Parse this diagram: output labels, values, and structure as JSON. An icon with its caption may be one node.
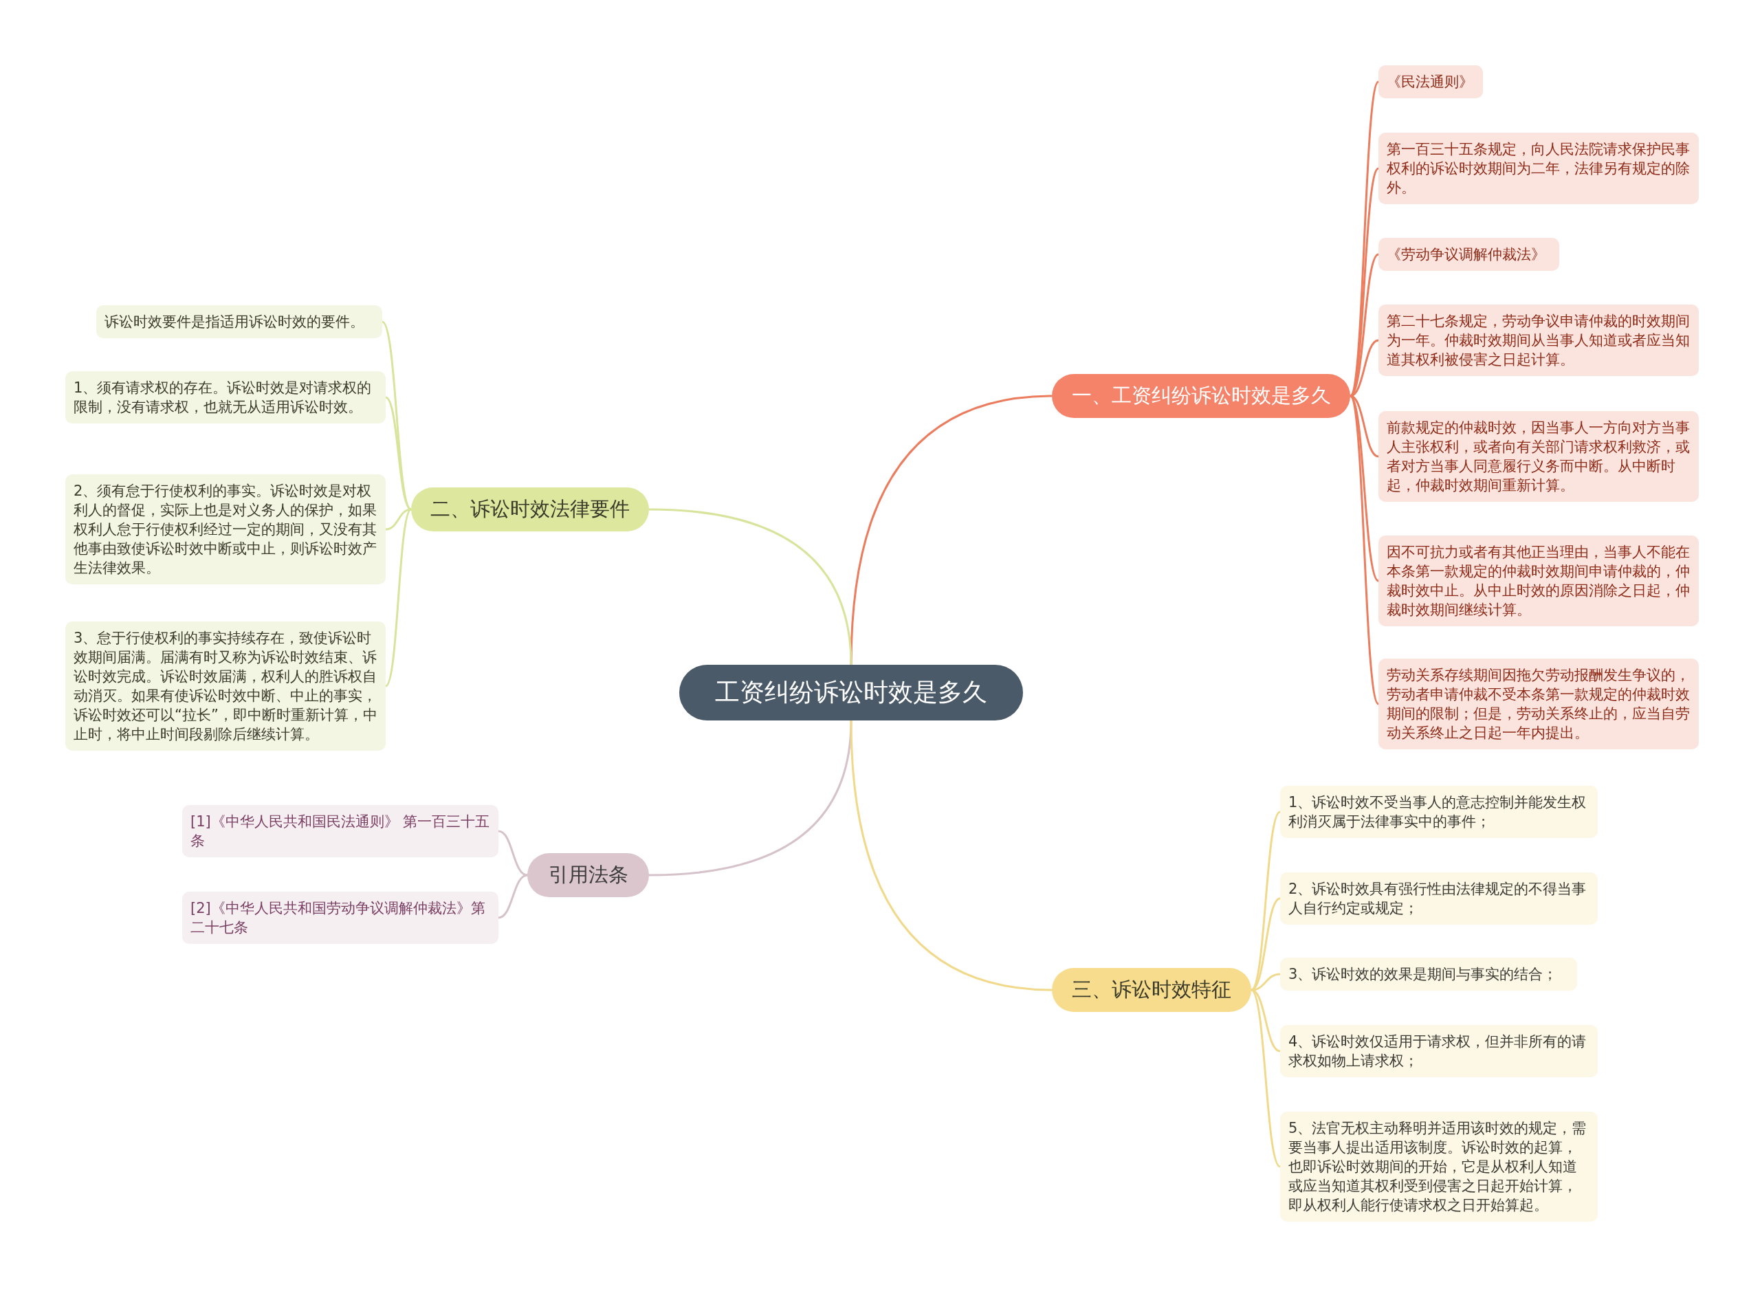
{
  "diagram": {
    "nodes": [
      {
        "text": [
          "工资纠纷诉讼时效是多久"
        ]
      },
      {
        "text": [
          "一、工资纠纷诉讼时效是多久"
        ]
      },
      {
        "text": [
          "《民法通则》"
        ]
      },
      {
        "text": [
          "第一百三十五条规定，向人民法院请求保护民事权利的诉讼时效期间为二年，法律另有规定的除外。"
        ]
      },
      {
        "text": [
          "《劳动争议调解仲裁法》"
        ]
      },
      {
        "text": [
          "第二十七条规定，劳动争议申请仲裁的时效期间为一年。仲裁时效期间从当事人知道或者应当知道其权利被侵害之日起计算。"
        ]
      },
      {
        "text": [
          "前款规定的仲裁时效，因当事人一方向对方当事人主张权利，或者向有关部门请求权利救济，或者对方当事人同意履行义务而中断。从中断时起，仲裁时效期间重新计算。"
        ]
      },
      {
        "text": [
          "因不可抗力或者有其他正当理由，当事人不能在本条第一款规定的仲裁时效期间申请仲裁的，仲裁时效中止。从中止时效的原因消除之日起，仲裁时效期间继续计算。"
        ]
      },
      {
        "text": [
          "劳动关系存续期间因拖欠劳动报酬发生争议的，劳动者申请仲裁不受本条第一款规定的仲裁时效期间的限制；但是，劳动关系终止的，应当自劳动关系终止之日起一年内提出。"
        ]
      },
      {
        "text": [
          "二、诉讼时效法律要件"
        ]
      },
      {
        "text": [
          "诉讼时效要件是指适用诉讼时效的要件。"
        ]
      },
      {
        "text": [
          "1、须有请求权的存在。诉讼时效是对请求权的限制，没有请求权，也就无从适用诉讼时效。"
        ]
      },
      {
        "text": [
          "2、须有怠于行使权利的事实。诉讼时效是对权利人的督促，实际上也是对义务人的保护，如果权利人怠于行使权利经过一定的期间，又没有其他事由致使诉讼时效中断或中止，则诉讼时效产生法律效果。"
        ]
      },
      {
        "text": [
          "3、怠于行使权利的事实持续存在，致使诉讼时效期间届满。届满有时又称为诉讼时效结束、诉讼时效完成。诉讼时效届满，权利人的胜诉权自动消灭。如果有使诉讼时效中断、中止的事实，诉讼时效还可以“拉长”，即中断时重新计算，中止时，将中止时间段剔除后继续计算。"
        ]
      },
      {
        "text": [
          "引用法条"
        ]
      },
      {
        "text": [
          "[1]《中华人民共和国民法通则》 第一百三十五条"
        ]
      },
      {
        "text": [
          "[2]《中华人民共和国劳动争议调解仲裁法》第二十七条"
        ]
      },
      {
        "text": [
          "三、诉讼时效特征"
        ]
      },
      {
        "text": [
          "1、诉讼时效不受当事人的意志控制并能发生权利消灭属于法律事实中的事件；"
        ]
      },
      {
        "text": [
          "2、诉讼时效具有强行性由法律规定的不得当事人自行约定或规定；"
        ]
      },
      {
        "text": [
          "3、诉讼时效的效果是期间与事实的结合；"
        ]
      },
      {
        "text": [
          "4、诉讼时效仅适用于请求权，但并非所有的请求权如物上请求权；"
        ]
      },
      {
        "text": [
          "5、法官无权主动释明并适用该时效的规定，需要当事人提出适用该制度。诉讼时效的起算，也即诉讼时效期间的开始，它是从权利人知道或应当知道其权利受到侵害之日起开始计算，即从权利人能行使请求权之日开始算起。"
        ]
      }
    ],
    "edges": [
      {
        "from": 0,
        "to": 1,
        "arrow": "none",
        "color": "#ec7c5e"
      },
      {
        "from": 1,
        "to": 2,
        "arrow": "none",
        "color": "#ec7c5e"
      },
      {
        "from": 1,
        "to": 3,
        "arrow": "none",
        "color": "#ec7c5e"
      },
      {
        "from": 1,
        "to": 4,
        "arrow": "none",
        "color": "#ec7c5e"
      },
      {
        "from": 1,
        "to": 5,
        "arrow": "none",
        "color": "#ec7c5e"
      },
      {
        "from": 1,
        "to": 6,
        "arrow": "none",
        "color": "#ec7c5e"
      },
      {
        "from": 1,
        "to": 7,
        "arrow": "none",
        "color": "#ec7c5e"
      },
      {
        "from": 1,
        "to": 8,
        "arrow": "none",
        "color": "#ec7c5e"
      },
      {
        "from": 0,
        "to": 9,
        "arrow": "none",
        "color": "#d8e39c"
      },
      {
        "from": 9,
        "to": 10,
        "arrow": "none",
        "color": "#d8e39c"
      },
      {
        "from": 9,
        "to": 11,
        "arrow": "none",
        "color": "#d8e39c"
      },
      {
        "from": 9,
        "to": 12,
        "arrow": "none",
        "color": "#d8e39c"
      },
      {
        "from": 9,
        "to": 13,
        "arrow": "none",
        "color": "#d8e39c"
      },
      {
        "from": 0,
        "to": 14,
        "arrow": "none",
        "color": "#d6c2ca"
      },
      {
        "from": 14,
        "to": 15,
        "arrow": "none",
        "color": "#d6c2ca"
      },
      {
        "from": 14,
        "to": 16,
        "arrow": "none",
        "color": "#d6c2ca"
      },
      {
        "from": 0,
        "to": 17,
        "arrow": "none",
        "color": "#f1d98c"
      },
      {
        "from": 17,
        "to": 18,
        "arrow": "none",
        "color": "#f1d98c"
      },
      {
        "from": 17,
        "to": 19,
        "arrow": "none",
        "color": "#f1d98c"
      },
      {
        "from": 17,
        "to": 20,
        "arrow": "none",
        "color": "#f1d98c"
      },
      {
        "from": 17,
        "to": 21,
        "arrow": "none",
        "color": "#f1d98c"
      },
      {
        "from": 17,
        "to": 22,
        "arrow": "none",
        "color": "#f1d98c"
      }
    ]
  }
}
